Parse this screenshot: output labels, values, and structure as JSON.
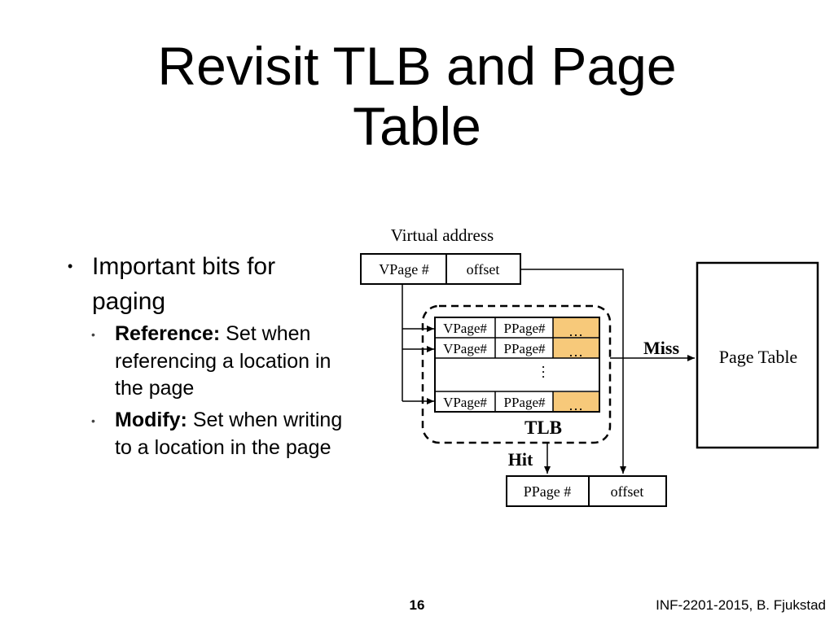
{
  "slide": {
    "title_line1": "Revisit TLB and Page",
    "title_line2": "Table"
  },
  "bullets": {
    "main": "Important bits for paging",
    "sub": [
      {
        "term": "Reference:",
        "text": " Set when referencing a location in the page"
      },
      {
        "term": "Modify:",
        "text": " Set when writing to a location in the page"
      }
    ]
  },
  "diagram": {
    "virtual_address_label": "Virtual address",
    "vpage_label": "VPage #",
    "offset_label": "offset",
    "tlb_rows": [
      {
        "vpage": "VPage#",
        "ppage": "PPage#",
        "extra": "…"
      },
      {
        "vpage": "VPage#",
        "ppage": "PPage#",
        "extra": "…"
      },
      {
        "vpage": "VPage#",
        "ppage": "PPage#",
        "extra": "…"
      }
    ],
    "tlb_gap": "…",
    "tlb_label": "TLB",
    "miss_label": "Miss",
    "hit_label": "Hit",
    "page_table_label": "Page Table",
    "result_ppage_label": "PPage #",
    "result_offset_label": "offset",
    "tlb_extra_color": "#f7c97a"
  },
  "footer": {
    "page_number": "16",
    "credit": "INF-2201-2015, B. Fjukstad"
  }
}
